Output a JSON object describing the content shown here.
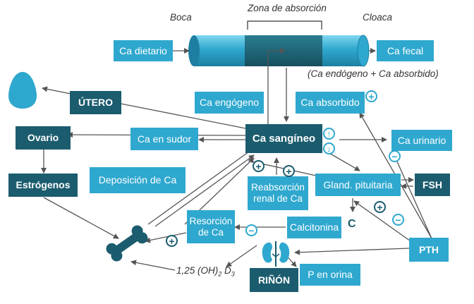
{
  "labels": {
    "boca": "Boca",
    "zona": "Zona de absorción",
    "cloaca": "Cloaca",
    "ca_dietario": "Ca dietario",
    "ca_fecal": "Ca fecal",
    "ca_endogeno_absorbido": "(Ca endógeno + Ca absorbido)",
    "utero": "ÚTERO",
    "ca_engogeno": "Ca engógeno",
    "ca_absorbido": "Ca absorbido",
    "ovario": "Ovario",
    "ca_sudor": "Ca en sudor",
    "ca_sanguineo": "Ca sangíneo",
    "ca_urinario": "Ca urinario",
    "estrogenos": "Estrógenos",
    "deposicion": "Deposición de Ca",
    "reabsorcion": "Reabsorción renal de Ca",
    "gland": "Gland. pituitaria",
    "fsh": "FSH",
    "resorcion": "Resorción de Ca",
    "calcitonina": "Calcitonina",
    "c": "C",
    "pth": "PTH",
    "vit_d_prefix": "1,25 (OH)",
    "vit_d_sub2": "2",
    "vit_d_d": " D",
    "vit_d_sub3": "3",
    "p_orina": "P en orina",
    "rinon": "RIÑÓN"
  },
  "signs": {
    "plus": "+",
    "minus": "−",
    "up": "↑",
    "down": "↓"
  },
  "colors": {
    "light": "#2fa8cf",
    "dark": "#1b5c6e",
    "arrow": "#555555"
  },
  "icons": {
    "egg": "egg-icon",
    "bone": "bone-icon",
    "kidney": "kidneys-icon"
  }
}
